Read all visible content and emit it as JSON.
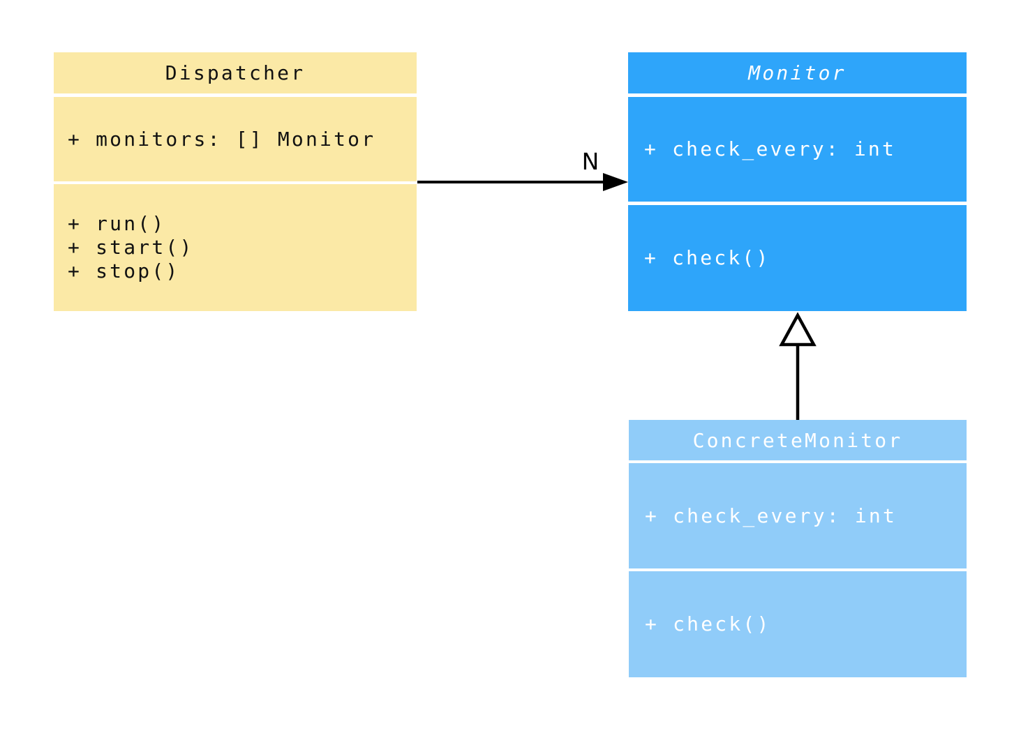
{
  "page": {
    "background": "#FFFFFF"
  },
  "diagram": {
    "classes": [
      {
        "name": "Dispatcher",
        "abstract": false,
        "fill": "#FBE9A6",
        "text_color": "#111111",
        "attributes": [
          "+ monitors: [] Monitor"
        ],
        "methods": [
          "+ run()",
          "+ start()",
          "+ stop()"
        ]
      },
      {
        "name": "Monitor",
        "abstract": true,
        "fill": "#2EA5FA",
        "text_color": "#FFFFFF",
        "attributes": [
          "+ check_every: int"
        ],
        "methods": [
          "+ check()"
        ]
      },
      {
        "name": "ConcreteMonitor",
        "abstract": false,
        "fill": "#90CCF9",
        "text_color": "#FFFFFF",
        "attributes": [
          "+ check_every: int"
        ],
        "methods": [
          "+ check()"
        ]
      }
    ],
    "relations": [
      {
        "type": "association",
        "from": "Dispatcher",
        "to": "Monitor",
        "label": "N",
        "color": "#000000"
      },
      {
        "type": "inheritance",
        "from": "ConcreteMonitor",
        "to": "Monitor",
        "color": "#000000"
      }
    ]
  }
}
